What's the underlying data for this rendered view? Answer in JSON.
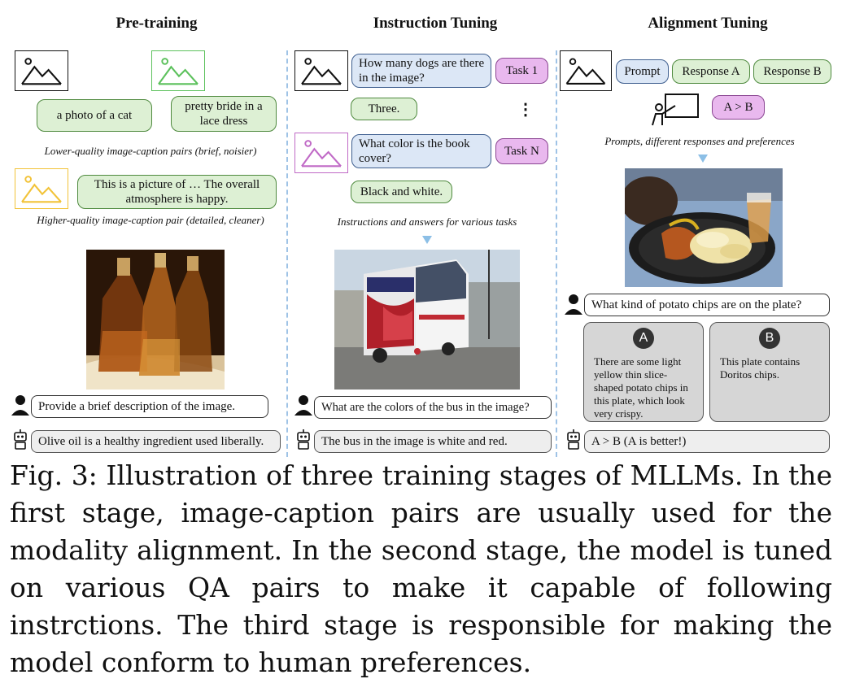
{
  "stages": {
    "pretraining": {
      "title": "Pre-training",
      "caption_a": "a photo of a cat",
      "caption_b": "pretty bride in a lace dress",
      "note_low": "Lower-quality image-caption pairs (brief, noisier)",
      "caption_c": "This is a picture of … The overall atmosphere is happy.",
      "note_high": "Higher-quality image-caption pair (detailed, cleaner)",
      "question": "Provide a brief description of the image.",
      "answer": "Olive oil is a healthy ingredient used liberally."
    },
    "instruction": {
      "title": "Instruction Tuning",
      "q1": "How many dogs are there in the image?",
      "task1": "Task 1",
      "a1": "Three.",
      "dots": "⋮",
      "q2": "What color is the book cover?",
      "taskN": "Task N",
      "a2": "Black and white.",
      "note": "Instructions and answers for various tasks",
      "question": "What are the colors of the bus in the image?",
      "answer": "The bus in the image is white and red."
    },
    "alignment": {
      "title": "Alignment Tuning",
      "prompt": "Prompt",
      "response_a": "Response A",
      "response_b": "Response B",
      "preference": "A > B",
      "note": "Prompts, different responses and preferences",
      "question": "What kind of potato chips are on the plate?",
      "badge_a": "A",
      "badge_b": "B",
      "resp_a_text": "There are some light yellow thin slice-shaped potato chips in this plate, which look very crispy.",
      "resp_b_text": "This plate contains Doritos chips.",
      "answer": "A > B (A is better!)"
    }
  },
  "figure_caption": "Fig. 3: Illustration of three training stages of MLLMs. In the first stage, image-caption pairs are usually used for the modality alignment. In the second stage, the model is tuned on various QA pairs to make it capable of following instrctions. The third stage is responsible for making the model conform to human preferences.",
  "colors": {
    "green_fill": "#ddf0d4",
    "blue_fill": "#dce7f6",
    "pink_fill": "#e9b8ee",
    "divider": "#9fc3e6"
  }
}
